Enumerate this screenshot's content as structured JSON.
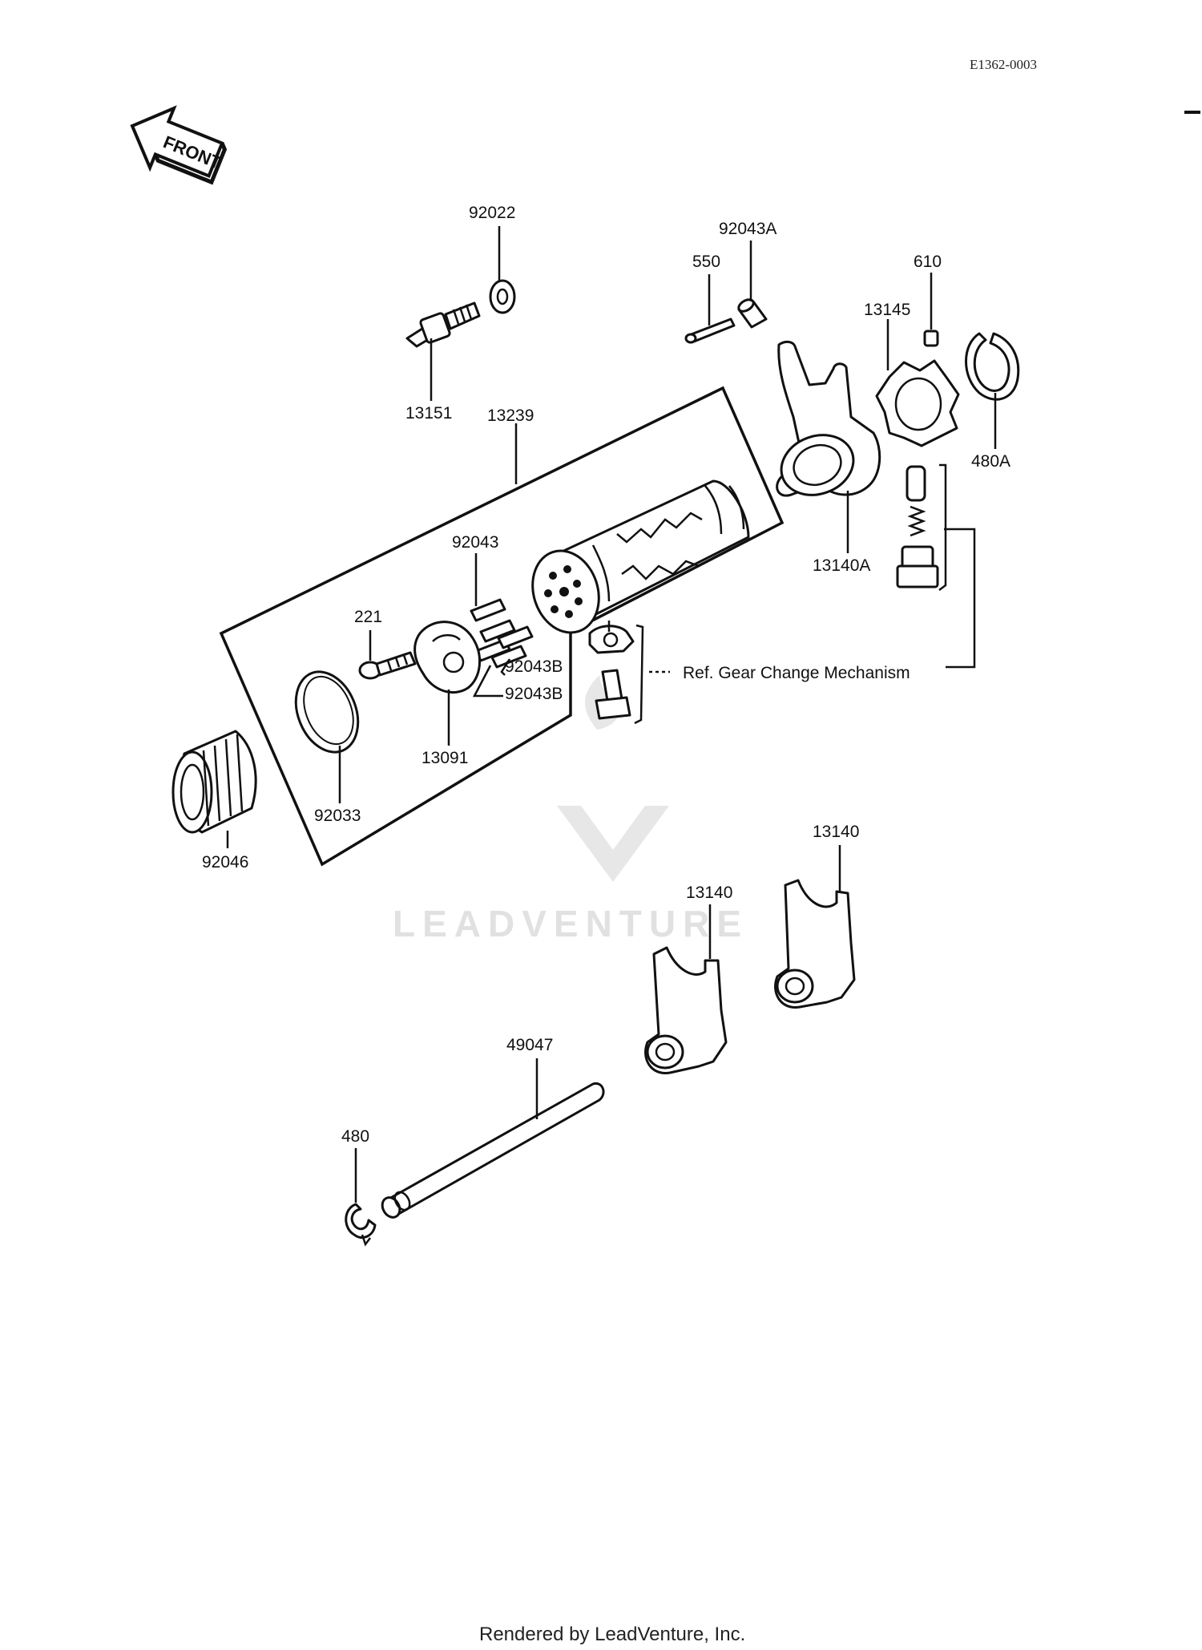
{
  "diagram_code": "E1362-0003",
  "front_marker": "FRONT",
  "parts": {
    "p92022": "92022",
    "p13151": "13151",
    "p13239": "13239",
    "p550": "550",
    "p92043A": "92043A",
    "p610": "610",
    "p13145": "13145",
    "p480A": "480A",
    "p13140A": "13140A",
    "p92043": "92043",
    "p221": "221",
    "p92043B_1": "92043B",
    "p92043B_2": "92043B",
    "p13091": "13091",
    "p92033": "92033",
    "p92046": "92046",
    "p13140_1": "13140",
    "p13140_2": "13140",
    "p49047": "49047",
    "p480": "480"
  },
  "reference_note": "Ref.  Gear Change Mechanism",
  "watermark": "LEADVENTURE",
  "footer": "Rendered by LeadVenture, Inc.",
  "colors": {
    "ink": "#111111",
    "background": "#ffffff",
    "watermark": "#dcdcdc"
  }
}
